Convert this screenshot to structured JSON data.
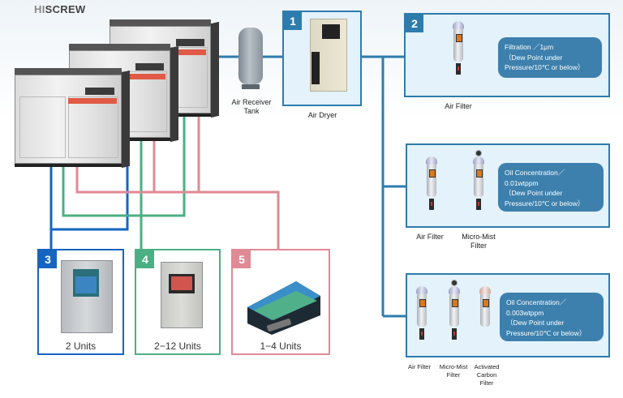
{
  "brand": {
    "logo_prefix": "HI",
    "logo_suffix": "SCREW"
  },
  "colors": {
    "pipe_blue": "#2e7cad",
    "panel_fill": "#e3f2fb",
    "spec_bubble": "#3d80ad",
    "line_control_blue": "#1565c0",
    "line_control_green": "#4caf84",
    "line_control_pink": "#e08a96"
  },
  "equipment": {
    "compressors_count": 3,
    "receiver_tank": {
      "label_line1": "Air Receiver",
      "label_line2": "Tank"
    },
    "dryer": {
      "number": "1",
      "label": "Air Dryer"
    }
  },
  "filter_panels": [
    {
      "number": "2",
      "filters": [
        {
          "label_lines": [
            "Air Filter"
          ]
        }
      ],
      "spec_lines": [
        "Filtration ／1μm",
        "（Dew Point under",
        "Pressure/10℃ or below）"
      ]
    },
    {
      "number": "",
      "filters": [
        {
          "label_lines": [
            "Air Filter"
          ]
        },
        {
          "label_lines": [
            "Micro-Mist",
            "Filter"
          ]
        }
      ],
      "spec_lines": [
        "Oil Concentration／",
        "0.01wtppm",
        "（Dew Point under",
        "Pressure/10℃ or below）"
      ]
    },
    {
      "number": "",
      "filters": [
        {
          "label_lines": [
            "Air Filter"
          ]
        },
        {
          "label_lines": [
            "Micro-Mist",
            "Filter"
          ]
        },
        {
          "label_lines": [
            "Activated",
            "Carbon",
            "Filter"
          ]
        }
      ],
      "spec_lines": [
        "Oil Concentration／",
        "0.003wtppm",
        "（Dew Point under",
        "Pressure/10℃ or below）"
      ]
    }
  ],
  "controllers": [
    {
      "number": "3",
      "units": "2 Units",
      "color": "#1565c0"
    },
    {
      "number": "4",
      "units": "2−12 Units",
      "color": "#4caf84"
    },
    {
      "number": "5",
      "units": "1−4 Units",
      "color": "#e08a96"
    }
  ]
}
